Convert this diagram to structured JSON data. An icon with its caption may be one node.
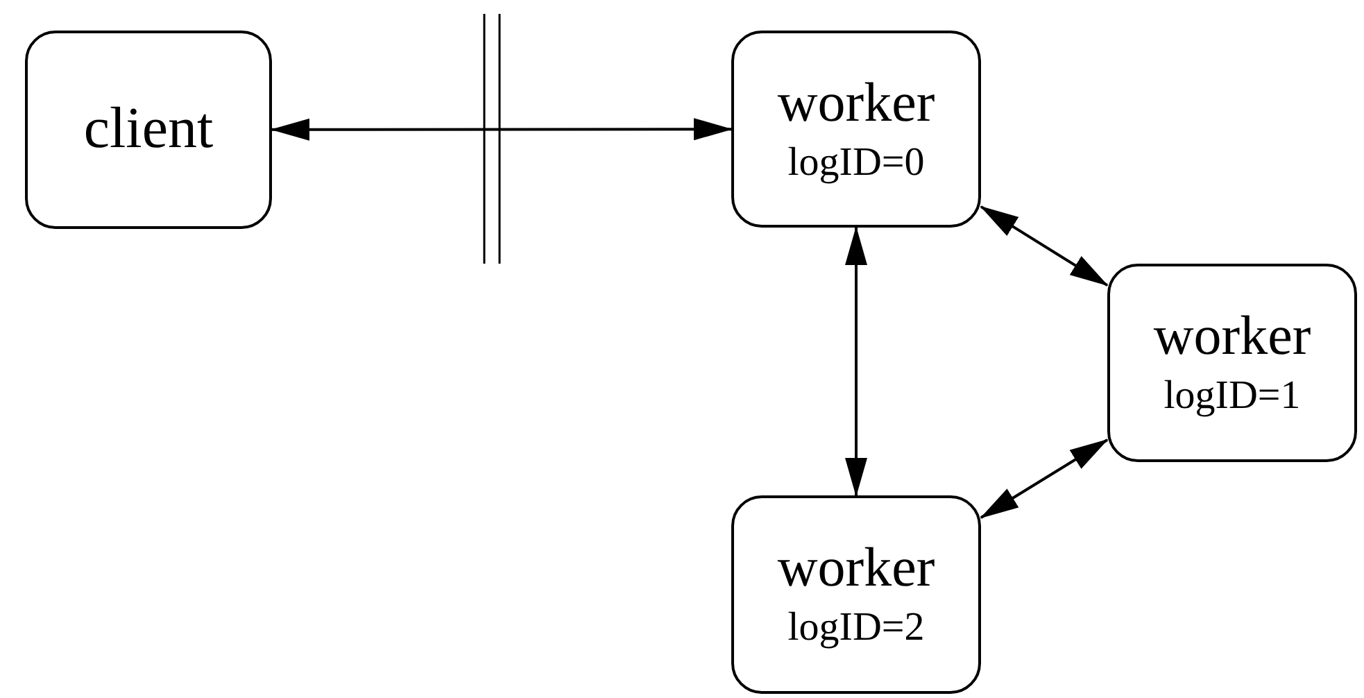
{
  "diagram": {
    "nodes": [
      {
        "text": [
          "client"
        ]
      },
      {
        "text": [
          "worker",
          "logID=0"
        ]
      },
      {
        "text": [
          "worker",
          "logID=1"
        ]
      },
      {
        "text": [
          "worker",
          "logID=2"
        ]
      }
    ],
    "edges": [
      {
        "from": 0,
        "to": 1,
        "arrow": "both"
      },
      {
        "from": 1,
        "to": 2,
        "arrow": "both"
      },
      {
        "from": 1,
        "to": 3,
        "arrow": "both"
      },
      {
        "from": 2,
        "to": 3,
        "arrow": "both"
      }
    ]
  }
}
